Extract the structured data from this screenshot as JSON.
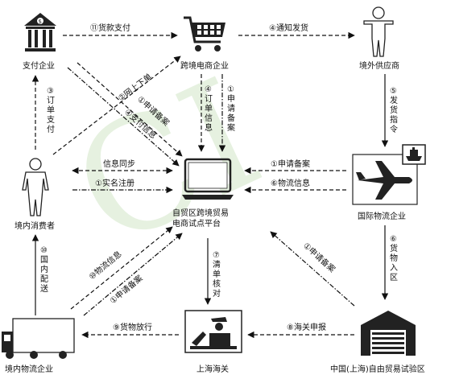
{
  "watermark": "CI",
  "nodes": {
    "payment_company": "支付企业",
    "ecommerce_company": "跨境电商企业",
    "overseas_supplier": "境外供应商",
    "domestic_consumer": "境内消费者",
    "platform": "自贸区跨境贸易\n电商试点平台",
    "intl_logistics": "国际物流企业",
    "domestic_logistics": "境内物流企业",
    "customs": "上海海关",
    "ftz": "中国(上海)自由贸易试验区"
  },
  "steps": {
    "s11_payment": "⑪货款支付",
    "s4_notify": "④通知发货",
    "s2_order_online": "②网上下单",
    "s3_order_pay": "③\n订\n单\n支\n付",
    "s1_apply_ecom": "①申请备案",
    "s4_pay_info": "④支付信息",
    "s4_order_info": "④\n订\n单\n信\n息",
    "s1_apply_record_v": "①\n申\n请\n备\n案",
    "s5_ship_cmd": "⑤\n发\n货\n指\n令",
    "s_info_sync": "信息同步",
    "s1_realname": "①实名注册",
    "s1_apply_intl": "①申请备案",
    "s6_logistics_info": "⑥物流信息",
    "s6_goods_in": "⑥\n货\n物\n入\n区",
    "s10_domestic_delivery": "⑩\n国\n内\n配\n送",
    "s10_logistics_info": "⑩物流信息",
    "s1_apply_dl": "①申请备案",
    "s7_check": "⑦\n清\n单\n核\n对",
    "s1_apply_ftz": "①申请备案",
    "s9_release": "⑨货物放行",
    "s8_declare": "⑧海关申报"
  }
}
